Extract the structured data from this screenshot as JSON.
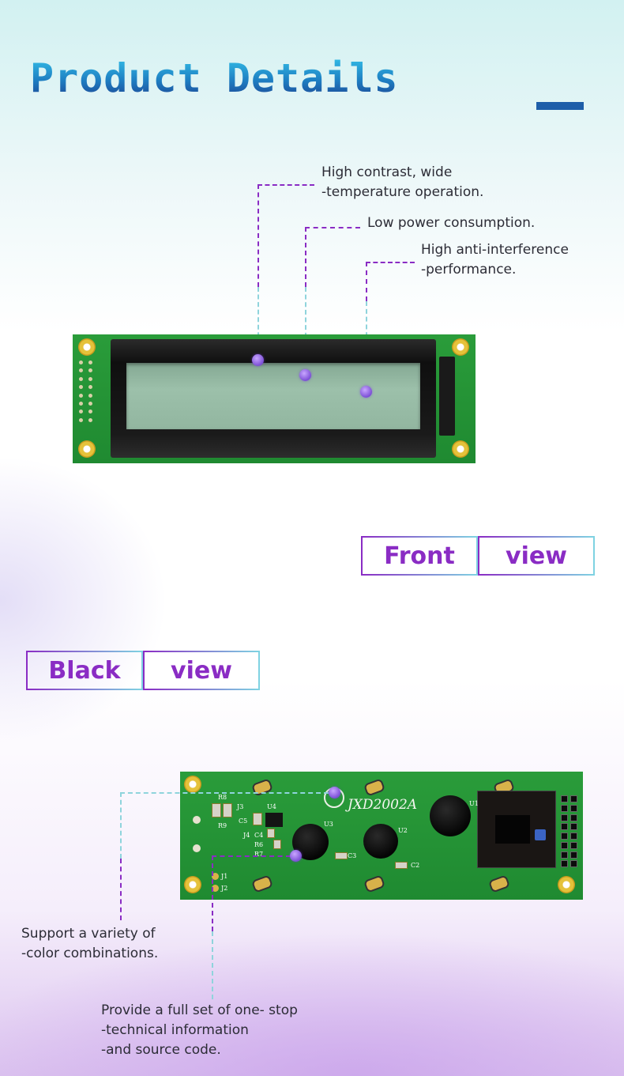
{
  "title": "Product Details",
  "front_features": [
    "High contrast, wide\n-temperature operation.",
    "Low power consumption.",
    "High anti-interference\n-performance."
  ],
  "front_label": {
    "word1": "Front",
    "word2": "view"
  },
  "back_label": {
    "word1": "Black",
    "word2": "view"
  },
  "back_features": [
    "Support a variety of\n-color combinations.",
    "Provide a full set of one- stop\n-technical information\n-and source code."
  ],
  "board_silkscreen": {
    "model": "JXD2002A",
    "labels": [
      "R8",
      "R9",
      "J3",
      "C5",
      "U4",
      "J4",
      "R6",
      "R7",
      "C4",
      "U3",
      "U2",
      "U1",
      "C3",
      "C2",
      "J1",
      "J2"
    ]
  },
  "colors": {
    "title_gradient": [
      "#36c3ea",
      "#1c3f8e"
    ],
    "accent_purple": "#8a2cc4",
    "accent_cyan": "#8fd4dc",
    "pcb_green": "#2a9c3a"
  },
  "icons": [
    "callout-dot-icon"
  ]
}
